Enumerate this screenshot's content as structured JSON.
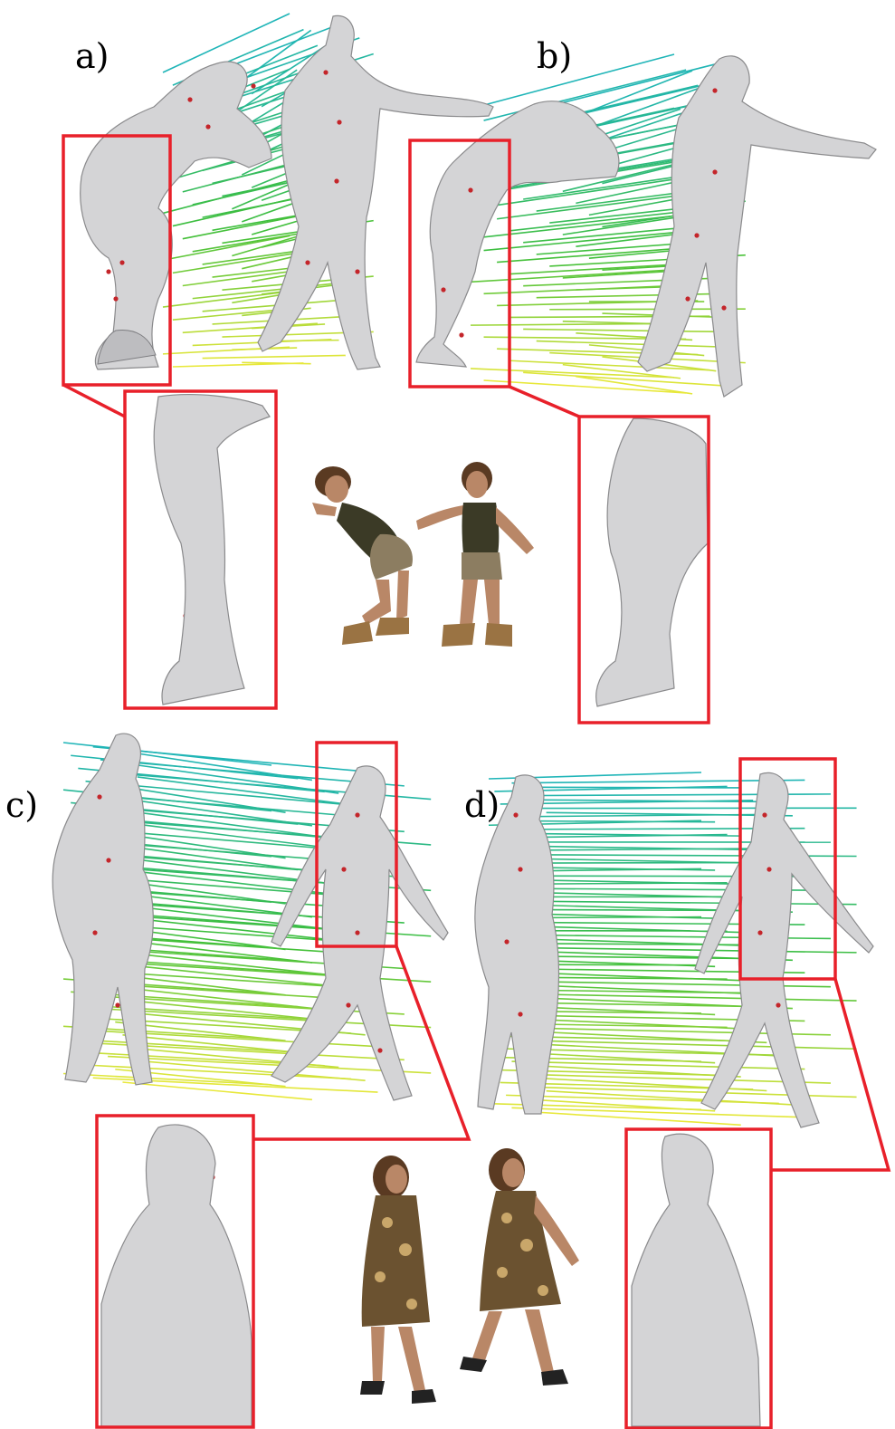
{
  "figure": {
    "panels": [
      {
        "id": "a",
        "label": "a)"
      },
      {
        "id": "b",
        "label": "b)"
      },
      {
        "id": "c",
        "label": "c)"
      },
      {
        "id": "d",
        "label": "d)"
      }
    ],
    "colors": {
      "zoom_box": "#e8202a",
      "correspondence_start": "#1fb5b8",
      "correspondence_end": "#e8e83a",
      "mesh": "#d4d4d6",
      "keypoint": "#c4252a"
    }
  }
}
